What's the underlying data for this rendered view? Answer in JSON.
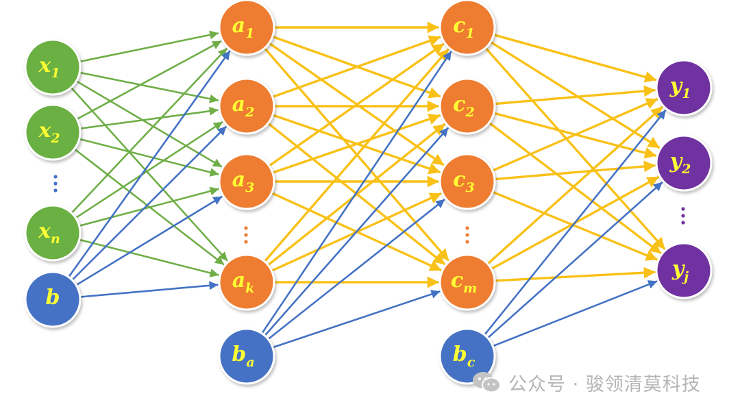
{
  "colors": {
    "input": "#6ab042",
    "input_edge": "#6fae47",
    "hidden": "#ee7d31",
    "hidden_edge": "#f9c117",
    "output": "#7031a0",
    "bias": "#4472c4",
    "bias_edge": "#4472c4",
    "label": "#ffff33",
    "watermark": "#b5b5b5"
  },
  "layers": {
    "input": [
      {
        "base": "x",
        "sub": "1"
      },
      {
        "base": "x",
        "sub": "2"
      },
      {
        "base": "x",
        "sub": "n"
      }
    ],
    "input_bias": {
      "base": "b",
      "sub": ""
    },
    "hidden1": [
      {
        "base": "a",
        "sub": "1"
      },
      {
        "base": "a",
        "sub": "2"
      },
      {
        "base": "a",
        "sub": "3"
      },
      {
        "base": "a",
        "sub": "k"
      }
    ],
    "hidden1_bias": {
      "base": "b",
      "sub": "a"
    },
    "hidden2": [
      {
        "base": "c",
        "sub": "1"
      },
      {
        "base": "c",
        "sub": "2"
      },
      {
        "base": "c",
        "sub": "3"
      },
      {
        "base": "c",
        "sub": "m"
      }
    ],
    "hidden2_bias": {
      "base": "b",
      "sub": "c"
    },
    "output": [
      {
        "base": "y",
        "sub": "1"
      },
      {
        "base": "y",
        "sub": "2"
      },
      {
        "base": "y",
        "sub": "j"
      }
    ]
  },
  "watermark": {
    "text": "公众号 · 骏领清莫科技",
    "icon": "wechat-icon"
  }
}
